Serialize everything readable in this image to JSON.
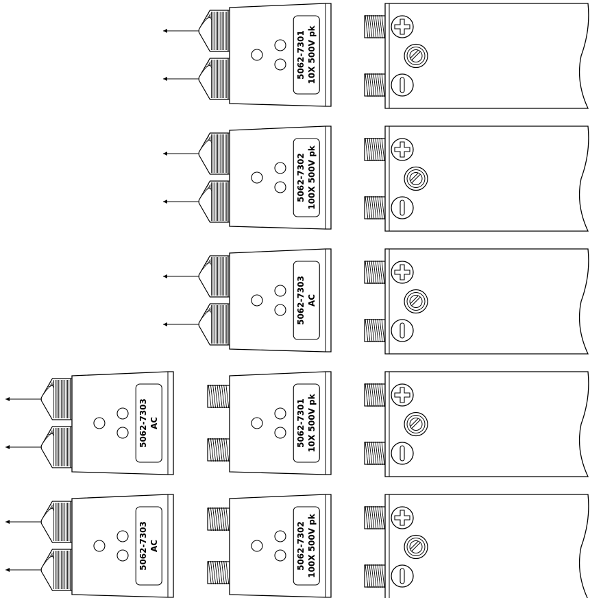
{
  "diagram": {
    "rows": [
      {
        "attenuator": {
          "part": "5062-7301",
          "spec": "10X  500V pk"
        },
        "chain": [
          "probe",
          "attenuator",
          "input"
        ]
      },
      {
        "attenuator": {
          "part": "5062-7302",
          "spec": "100X 500V pk"
        },
        "chain": [
          "probe",
          "attenuator",
          "input"
        ]
      },
      {
        "attenuator": {
          "part": "5062-7303",
          "spec": "AC"
        },
        "chain": [
          "probe",
          "attenuator",
          "input"
        ]
      },
      {
        "first": {
          "part": "5062-7303",
          "spec": "AC"
        },
        "attenuator": {
          "part": "5062-7301",
          "spec": "10X  500V pk"
        },
        "chain": [
          "probe",
          "attenuator",
          "attenuator",
          "input"
        ]
      },
      {
        "first": {
          "part": "5062-7303",
          "spec": "AC"
        },
        "attenuator": {
          "part": "5062-7302",
          "spec": "100X 500V pk"
        },
        "chain": [
          "probe",
          "attenuator",
          "attenuator",
          "input"
        ]
      }
    ],
    "colors": {
      "ink": "#000000",
      "paper": "#ffffff"
    },
    "icons": [
      "plus-terminal-icon",
      "screw-icon",
      "minus-terminal-icon"
    ]
  }
}
